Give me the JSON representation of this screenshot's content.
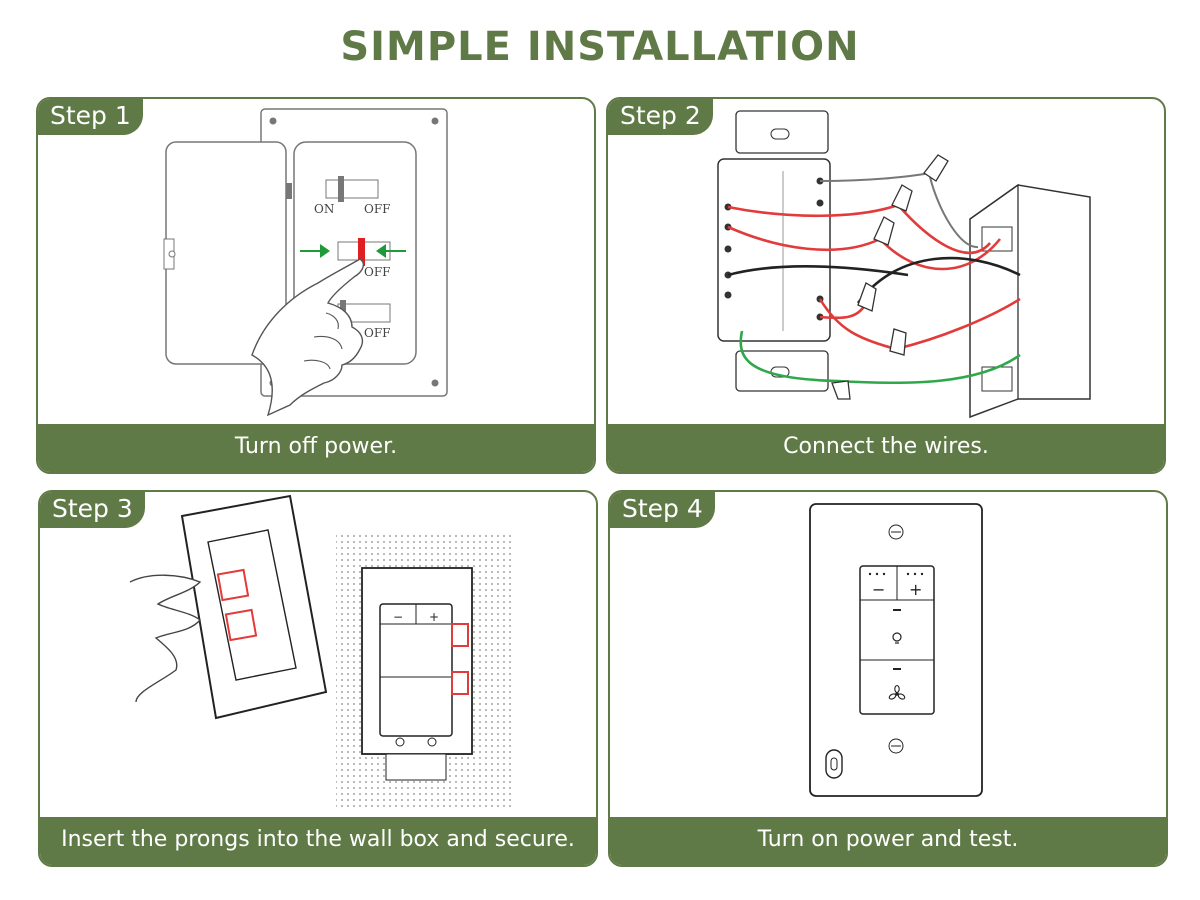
{
  "page": {
    "title": "SIMPLE INSTALLATION"
  },
  "steps": [
    {
      "label": "Step 1",
      "caption": "Turn off power."
    },
    {
      "label": "Step 2",
      "caption": "Connect the wires."
    },
    {
      "label": "Step 3",
      "caption": "Insert the prongs into the wall box and secure."
    },
    {
      "label": "Step 4",
      "caption": "Turn on power and test."
    }
  ],
  "breaker_labels": {
    "on": "ON",
    "off": "OFF"
  },
  "colors": {
    "brand_green": "#5f7a46",
    "wire_red": "#e23b3b",
    "wire_black": "#222222",
    "wire_green": "#2ea84a",
    "arrow_green": "#1f9a3a",
    "breaker_red": "#e02020"
  },
  "icons": [
    "light-bulb-icon",
    "fan-icon",
    "minus-icon",
    "plus-icon"
  ]
}
